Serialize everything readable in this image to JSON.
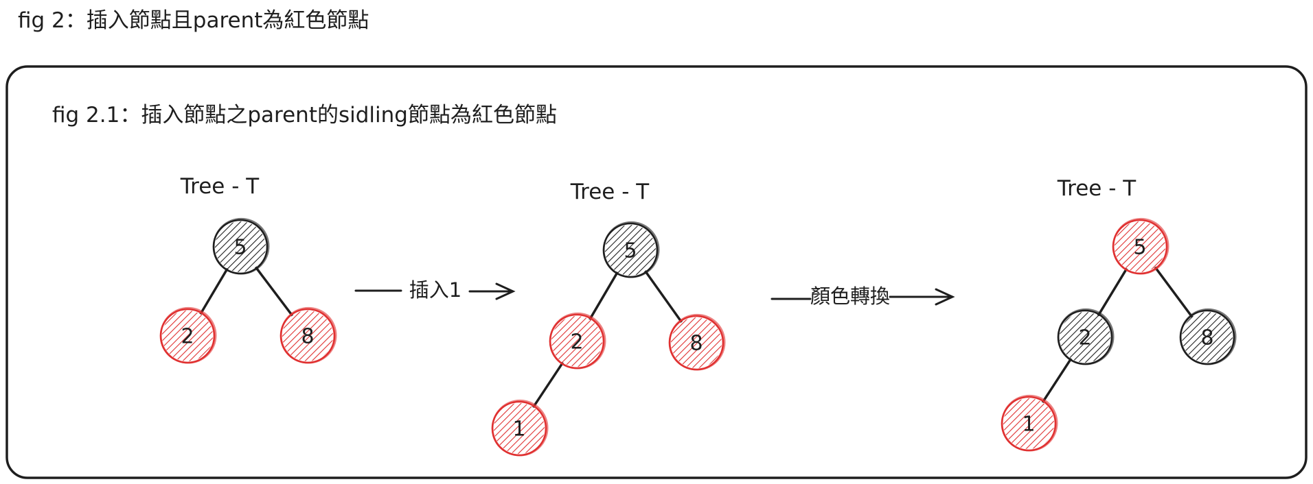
{
  "title": "fig 2：插入節點且parent為紅色節點",
  "subfigure": {
    "title": "fig 2.1：插入節點之parent的sidling節點為紅色節點"
  },
  "colors": {
    "red": "#e03131",
    "black": "#1e1e1e",
    "frame": "#1e1e1e"
  },
  "arrows": [
    {
      "label": "插入1"
    },
    {
      "label": "顏色轉換"
    }
  ],
  "trees": [
    {
      "label": "Tree - T",
      "nodes": [
        {
          "id": "5",
          "value": "5",
          "color": "black"
        },
        {
          "id": "2",
          "value": "2",
          "color": "red"
        },
        {
          "id": "8",
          "value": "8",
          "color": "red"
        }
      ],
      "edges": [
        [
          "5",
          "2"
        ],
        [
          "5",
          "8"
        ]
      ]
    },
    {
      "label": "Tree - T",
      "nodes": [
        {
          "id": "5",
          "value": "5",
          "color": "black"
        },
        {
          "id": "2",
          "value": "2",
          "color": "red"
        },
        {
          "id": "8",
          "value": "8",
          "color": "red"
        },
        {
          "id": "1",
          "value": "1",
          "color": "red"
        }
      ],
      "edges": [
        [
          "5",
          "2"
        ],
        [
          "5",
          "8"
        ],
        [
          "2",
          "1"
        ]
      ]
    },
    {
      "label": "Tree - T",
      "nodes": [
        {
          "id": "5",
          "value": "5",
          "color": "red"
        },
        {
          "id": "2",
          "value": "2",
          "color": "black"
        },
        {
          "id": "8",
          "value": "8",
          "color": "black"
        },
        {
          "id": "1",
          "value": "1",
          "color": "red"
        }
      ],
      "edges": [
        [
          "5",
          "2"
        ],
        [
          "5",
          "8"
        ],
        [
          "2",
          "1"
        ]
      ]
    }
  ]
}
